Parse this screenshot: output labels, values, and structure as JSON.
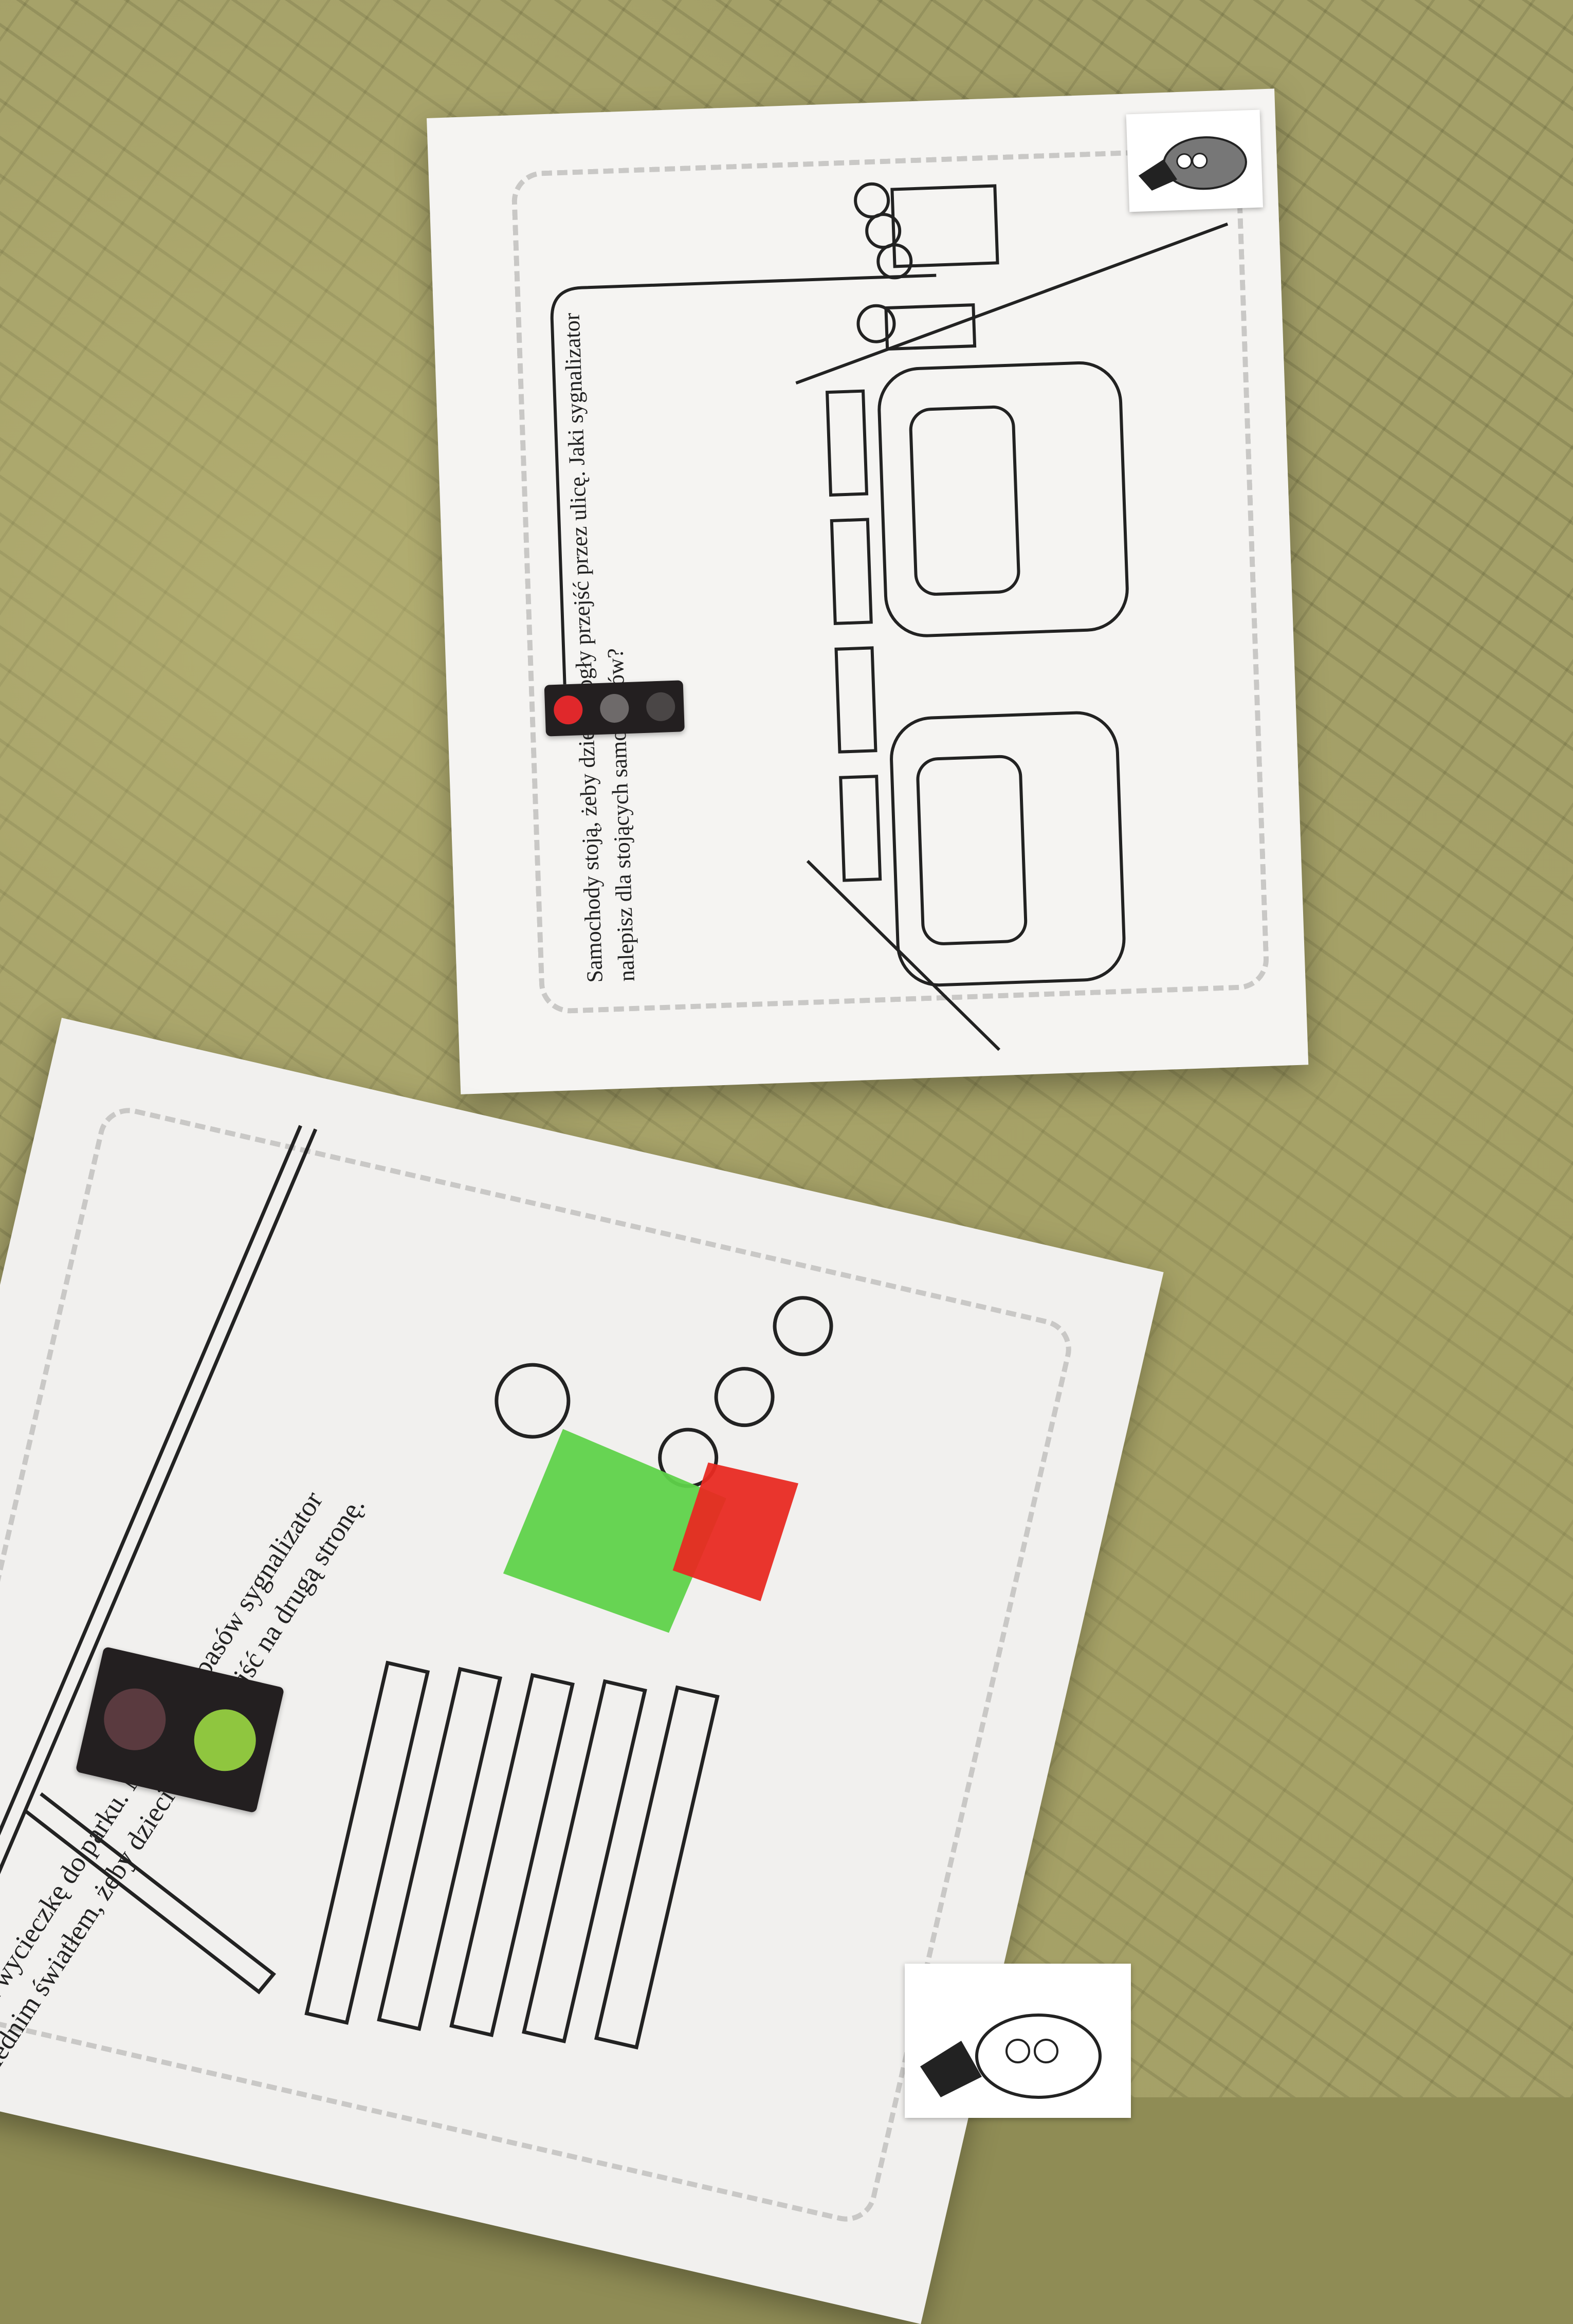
{
  "left_page": {
    "caption_lines": [
      "ki idą na wycieczkę do parku. Nalep obok pasów sygnalizator",
      "owiednim światłem, żeby dzieci mogły przejść na drugą stronę."
    ],
    "traffic_light": {
      "lamps": [
        {
          "state": "off",
          "color": "#5a3a3f"
        },
        {
          "state": "on",
          "color": "#8fc63f"
        }
      ]
    },
    "coloring": {
      "teacher_coat": "#5fd24a",
      "child_coat": "#e82a22"
    }
  },
  "right_page": {
    "caption_lines": [
      "Samochody stoją, żeby dzieci mogły przejść przez ulicę. Jaki sygnalizator",
      "nalepisz dla stojących samochodów?"
    ],
    "traffic_light": {
      "lamps": [
        {
          "state": "on",
          "color": "#e0282b"
        },
        {
          "state": "off",
          "color": "#6e6a6a"
        },
        {
          "state": "off",
          "color": "#4a4646"
        }
      ]
    },
    "owl_sticker": {
      "icon": "owl-with-graduation-cap-icon"
    }
  },
  "bottom_sticker": {
    "icon": "owl-with-graduation-cap-icon"
  }
}
